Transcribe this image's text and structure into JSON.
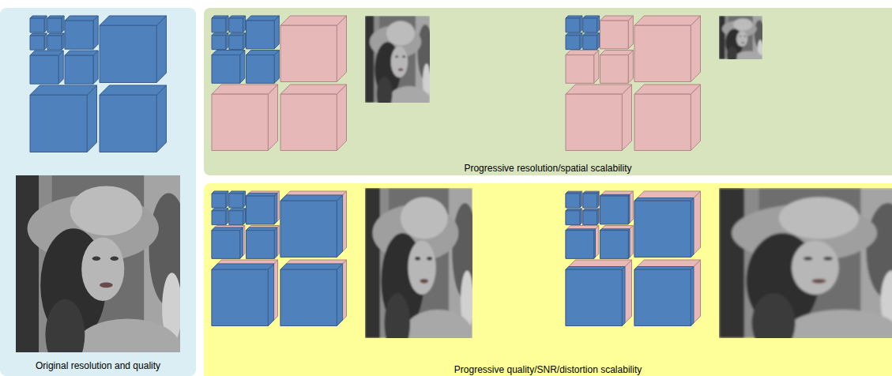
{
  "diagram": {
    "nodes": [
      {
        "text": [
          "Original resolution and quality"
        ]
      },
      {
        "text": [
          "Progressive resolution/spatial scalability"
        ]
      },
      {
        "text": [
          "Progressive quality/SNR/distortion scalability"
        ]
      }
    ]
  }
}
